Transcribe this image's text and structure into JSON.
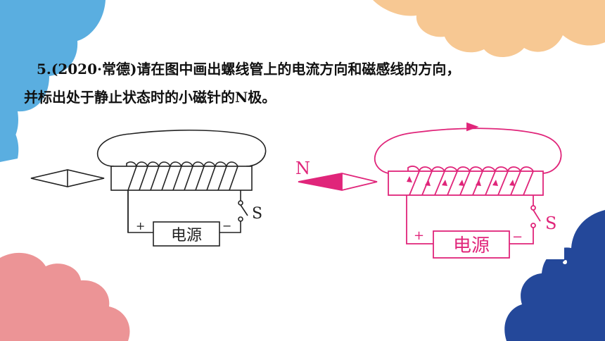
{
  "question": {
    "line1": "5.(2020·常德)请在图中画出螺线管上的电流方向和磁感线的方向，",
    "line2": "并标出处于静止状态时的小磁针的N极。"
  },
  "left_figure": {
    "power_label": "电源",
    "plus": "+",
    "minus": "−",
    "switch_label": "S"
  },
  "right_figure": {
    "power_label": "电源",
    "plus": "+",
    "minus": "−",
    "switch_label": "S",
    "needle_pole_label": "N"
  },
  "colors": {
    "answer": "#e0257a",
    "ink": "#222222",
    "cloud_blue": "#5aaee0",
    "cloud_peach": "#f7c893",
    "cloud_pink": "#ec9496",
    "cloud_navy": "#24489a"
  }
}
